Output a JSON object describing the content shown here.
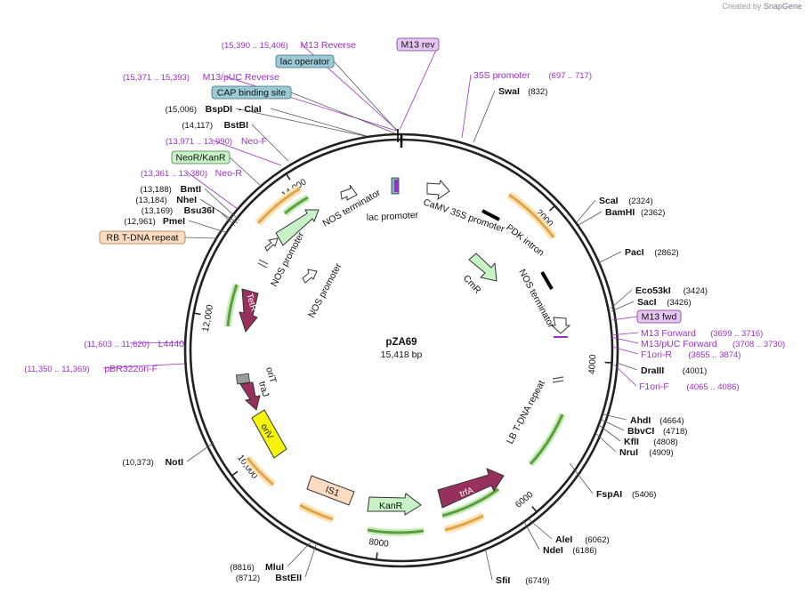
{
  "brand": {
    "prefix": "Created by",
    "name": "SnapGene"
  },
  "plasmid": {
    "name": "pZA69",
    "length": "15,418 bp",
    "total_bp": 15418
  },
  "ticks": [
    {
      "bp": 2000,
      "label": "2000"
    },
    {
      "bp": 4000,
      "label": "4000"
    },
    {
      "bp": 6000,
      "label": "6000"
    },
    {
      "bp": 8000,
      "label": "8000"
    },
    {
      "bp": 10000,
      "label": "10,000"
    },
    {
      "bp": 12000,
      "label": "12,000"
    },
    {
      "bp": 14000,
      "label": "14,000"
    }
  ],
  "enzymes": [
    {
      "name": "SwaI",
      "pos": "(832)",
      "bp": 832,
      "side": "right"
    },
    {
      "name": "ScaI",
      "pos": "(2324)",
      "bp": 2324,
      "side": "right"
    },
    {
      "name": "BamHI",
      "pos": "(2362)",
      "bp": 2362,
      "side": "right"
    },
    {
      "name": "PacI",
      "pos": "(2862)",
      "bp": 2862,
      "side": "right"
    },
    {
      "name": "Eco53kI",
      "pos": "(3424)",
      "bp": 3424,
      "side": "right"
    },
    {
      "name": "SacI",
      "pos": "(3426)",
      "bp": 3426,
      "side": "right"
    },
    {
      "name": "DraIII",
      "pos": "(4001)",
      "bp": 4001,
      "side": "right"
    },
    {
      "name": "AhdI",
      "pos": "(4664)",
      "bp": 4664,
      "side": "right"
    },
    {
      "name": "BbvCI",
      "pos": "(4718)",
      "bp": 4718,
      "side": "right"
    },
    {
      "name": "KflI",
      "pos": "(4808)",
      "bp": 4808,
      "side": "right"
    },
    {
      "name": "NruI",
      "pos": "(4909)",
      "bp": 4909,
      "side": "right"
    },
    {
      "name": "FspAI",
      "pos": "(5406)",
      "bp": 5406,
      "side": "right"
    },
    {
      "name": "AleI",
      "pos": "(6062)",
      "bp": 6062,
      "side": "right"
    },
    {
      "name": "NdeI",
      "pos": "(6186)",
      "bp": 6186,
      "side": "right"
    },
    {
      "name": "SfiI",
      "pos": "(6749)",
      "bp": 6749,
      "side": "right"
    },
    {
      "name": "MluI",
      "pos": "(8816)",
      "bp": 8816,
      "side": "left"
    },
    {
      "name": "BstEII",
      "pos": "(8712)",
      "bp": 8712,
      "side": "left"
    },
    {
      "name": "NotI",
      "pos": "(10,373)",
      "bp": 10373,
      "side": "left"
    },
    {
      "name": "PmeI",
      "pos": "(12,961)",
      "bp": 12961,
      "side": "left"
    },
    {
      "name": "Bsu36I",
      "pos": "(13,169)",
      "bp": 13169,
      "side": "left"
    },
    {
      "name": "NheI",
      "pos": "(13,184)",
      "bp": 13184,
      "side": "left"
    },
    {
      "name": "BmtI",
      "pos": "(13,188)",
      "bp": 13188,
      "side": "left"
    },
    {
      "name": "BstBI",
      "pos": "(14,117)",
      "bp": 14117,
      "side": "left"
    },
    {
      "name": "BspDI",
      "pos": "(15,006)",
      "bp": 15006,
      "side": "left"
    },
    {
      "name": "ClaI",
      "pos": "",
      "bp": 15006,
      "side": "left"
    }
  ],
  "primers": [
    {
      "name": "M13 Reverse",
      "range": "(15,390 .. 15,406)",
      "bp": 15398
    },
    {
      "name": "M13/pUC Reverse",
      "range": "(15,371 .. 15,393)",
      "bp": 15382
    },
    {
      "name": "Neo-F",
      "range": "(13,971 .. 13,990)",
      "bp": 13980
    },
    {
      "name": "Neo-R",
      "range": "(13,361 .. 13,380)",
      "bp": 13370
    },
    {
      "name": "L4440",
      "range": "(11,603 .. 11,620)",
      "bp": 11611
    },
    {
      "name": "pBR322ori-F",
      "range": "(11,350 .. 11,369)",
      "bp": 11360
    },
    {
      "name": "35S promoter",
      "range": "(697 .. 717)",
      "bp": 707
    },
    {
      "name": "M13 Forward",
      "range": "(3699 .. 3716)",
      "bp": 3707
    },
    {
      "name": "M13/pUC Forward",
      "range": "(3708 .. 3730)",
      "bp": 3719
    },
    {
      "name": "F1ori-R",
      "range": "(3855 .. 3874)",
      "bp": 3864
    },
    {
      "name": "F1ori-F",
      "range": "(4065 .. 4086)",
      "bp": 4075
    }
  ],
  "boxed_labels": [
    {
      "name": "M13 rev",
      "style": "primer"
    },
    {
      "name": "lac operator",
      "style": "blue"
    },
    {
      "name": "CAP binding site",
      "style": "blue"
    },
    {
      "name": "NeoR/KanR",
      "style": "green"
    },
    {
      "name": "RB T-DNA repeat",
      "style": "peach"
    },
    {
      "name": "M13 fwd",
      "style": "primer"
    }
  ],
  "features": [
    {
      "name": "CaMV 35S promoter",
      "kind": "promoter"
    },
    {
      "name": "PDK intron",
      "kind": "intron"
    },
    {
      "name": "NOS terminator",
      "kind": "terminator"
    },
    {
      "name": "CmR",
      "kind": "marker"
    },
    {
      "name": "NOS terminator",
      "kind": "terminator"
    },
    {
      "name": "lac promoter",
      "kind": "promoter"
    },
    {
      "name": "NOS promoter",
      "kind": "promoter"
    },
    {
      "name": "NOS promoter",
      "kind": "promoter"
    },
    {
      "name": "TetR",
      "kind": "gene"
    },
    {
      "name": "oriT",
      "kind": "origin"
    },
    {
      "name": "traJ",
      "kind": "gene"
    },
    {
      "name": "oriV",
      "kind": "origin"
    },
    {
      "name": "IS1",
      "kind": "mobile"
    },
    {
      "name": "KanR",
      "kind": "marker"
    },
    {
      "name": "trfA",
      "kind": "gene"
    },
    {
      "name": "LB T-DNA repeat",
      "kind": "repeat"
    }
  ],
  "colors": {
    "backbone": "#222222",
    "primer": "#9b30c8",
    "primer_box": "#e5c7f2",
    "blue_box": "#9cc9d6",
    "green_feature": "#c7f2c5",
    "peach_feature": "#fbdcc1",
    "gene_purple": "#97305c",
    "orange_orf": "#e2a446",
    "green_orf": "#5d9e3c",
    "yellow_origin": "#f5f50a"
  }
}
